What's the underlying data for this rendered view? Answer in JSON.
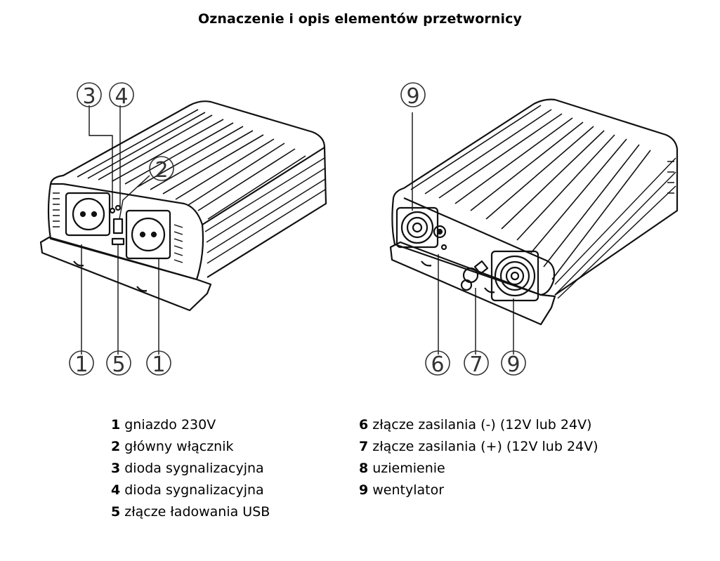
{
  "title": "Oznaczenie i opis elementów przetwornicy",
  "callouts": {
    "left_top": [
      "3",
      "4",
      "2"
    ],
    "left_bottom": [
      "1",
      "5",
      "1"
    ],
    "right_top": [
      "9"
    ],
    "right_bottom": [
      "6",
      "7",
      "9"
    ]
  },
  "legend_left": [
    {
      "num": "1",
      "text": "gniazdo 230V"
    },
    {
      "num": "2",
      "text": "główny włącznik"
    },
    {
      "num": "3",
      "text": "dioda sygnalizacyjna"
    },
    {
      "num": "4",
      "text": "dioda sygnalizacyjna"
    },
    {
      "num": "5",
      "text": "złącze ładowania USB"
    }
  ],
  "legend_right": [
    {
      "num": "6",
      "text": "złącze zasilania (-) (12V lub 24V)"
    },
    {
      "num": "7",
      "text": "złącze zasilania (+) (12V lub 24V)"
    },
    {
      "num": "8",
      "text": "uziemienie"
    },
    {
      "num": "9",
      "text": "wentylator"
    }
  ]
}
